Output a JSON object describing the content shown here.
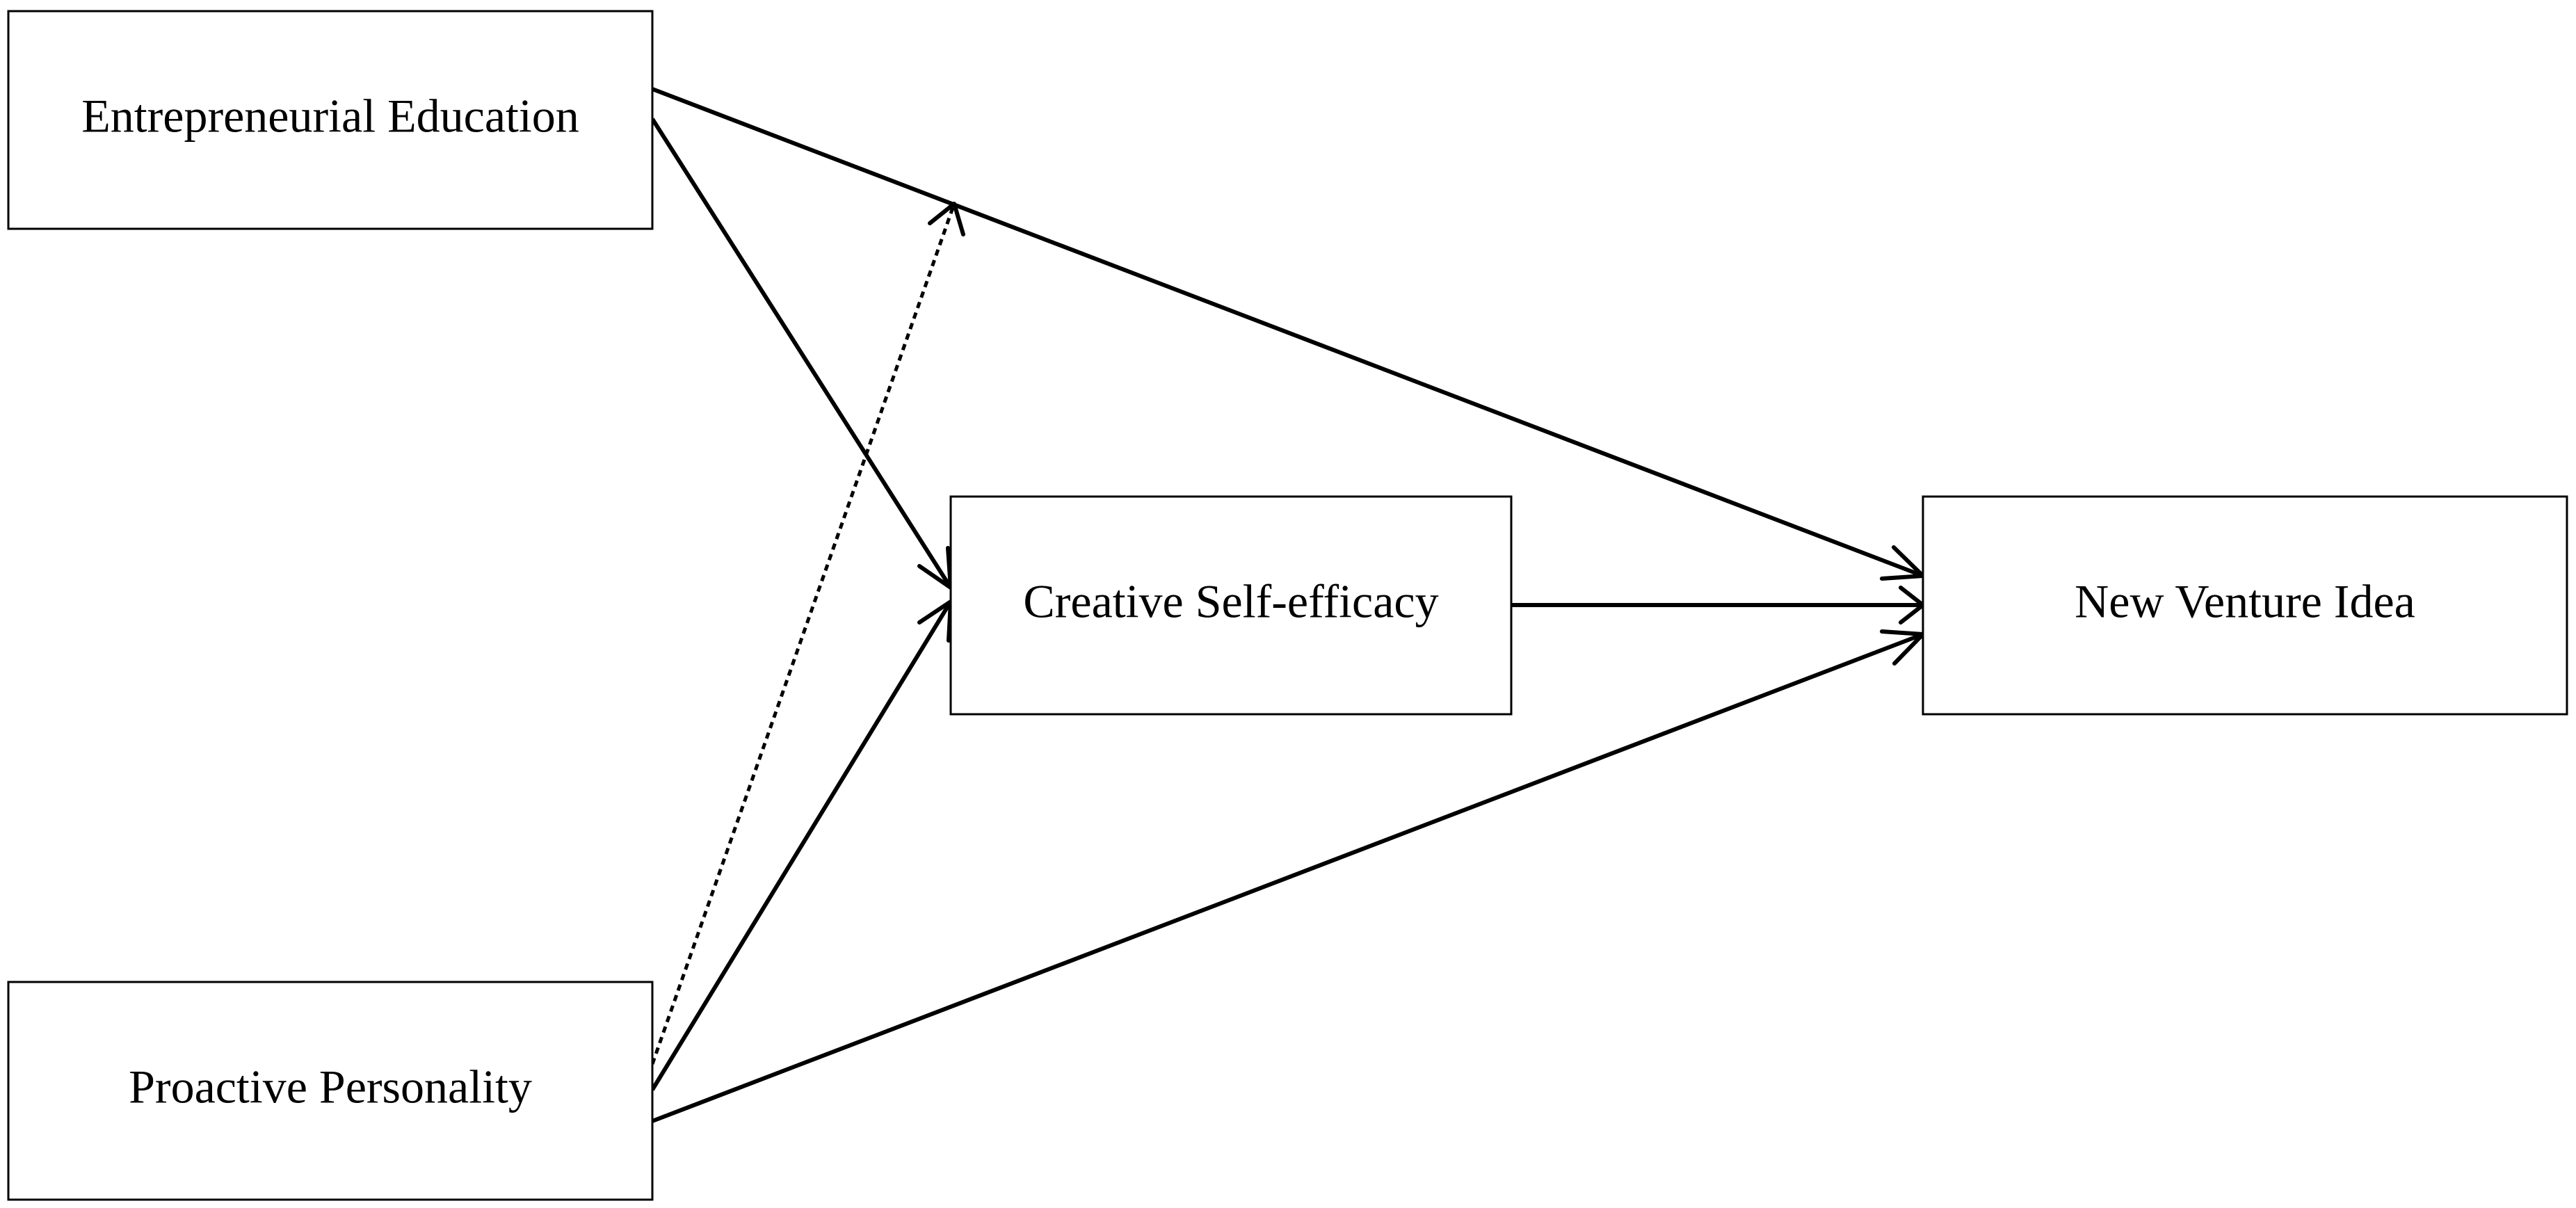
{
  "diagram": {
    "nodes": {
      "entrepreneurial_education": "Entrepreneurial Education",
      "proactive_personality": "Proactive Personality",
      "creative_self_efficacy": "Creative Self-efficacy",
      "new_venture_idea": "New Venture Idea"
    },
    "edges": [
      {
        "from": "entrepreneurial_education",
        "to": "new_venture_idea",
        "style": "solid"
      },
      {
        "from": "entrepreneurial_education",
        "to": "creative_self_efficacy",
        "style": "solid"
      },
      {
        "from": "proactive_personality",
        "to": "creative_self_efficacy",
        "style": "solid"
      },
      {
        "from": "proactive_personality",
        "to": "new_venture_idea",
        "style": "solid"
      },
      {
        "from": "creative_self_efficacy",
        "to": "new_venture_idea",
        "style": "solid"
      },
      {
        "from": "proactive_personality",
        "to": "edge:entrepreneurial_education->new_venture_idea",
        "style": "dotted"
      }
    ],
    "colors": {
      "stroke": "#000000",
      "background": "#ffffff"
    }
  }
}
